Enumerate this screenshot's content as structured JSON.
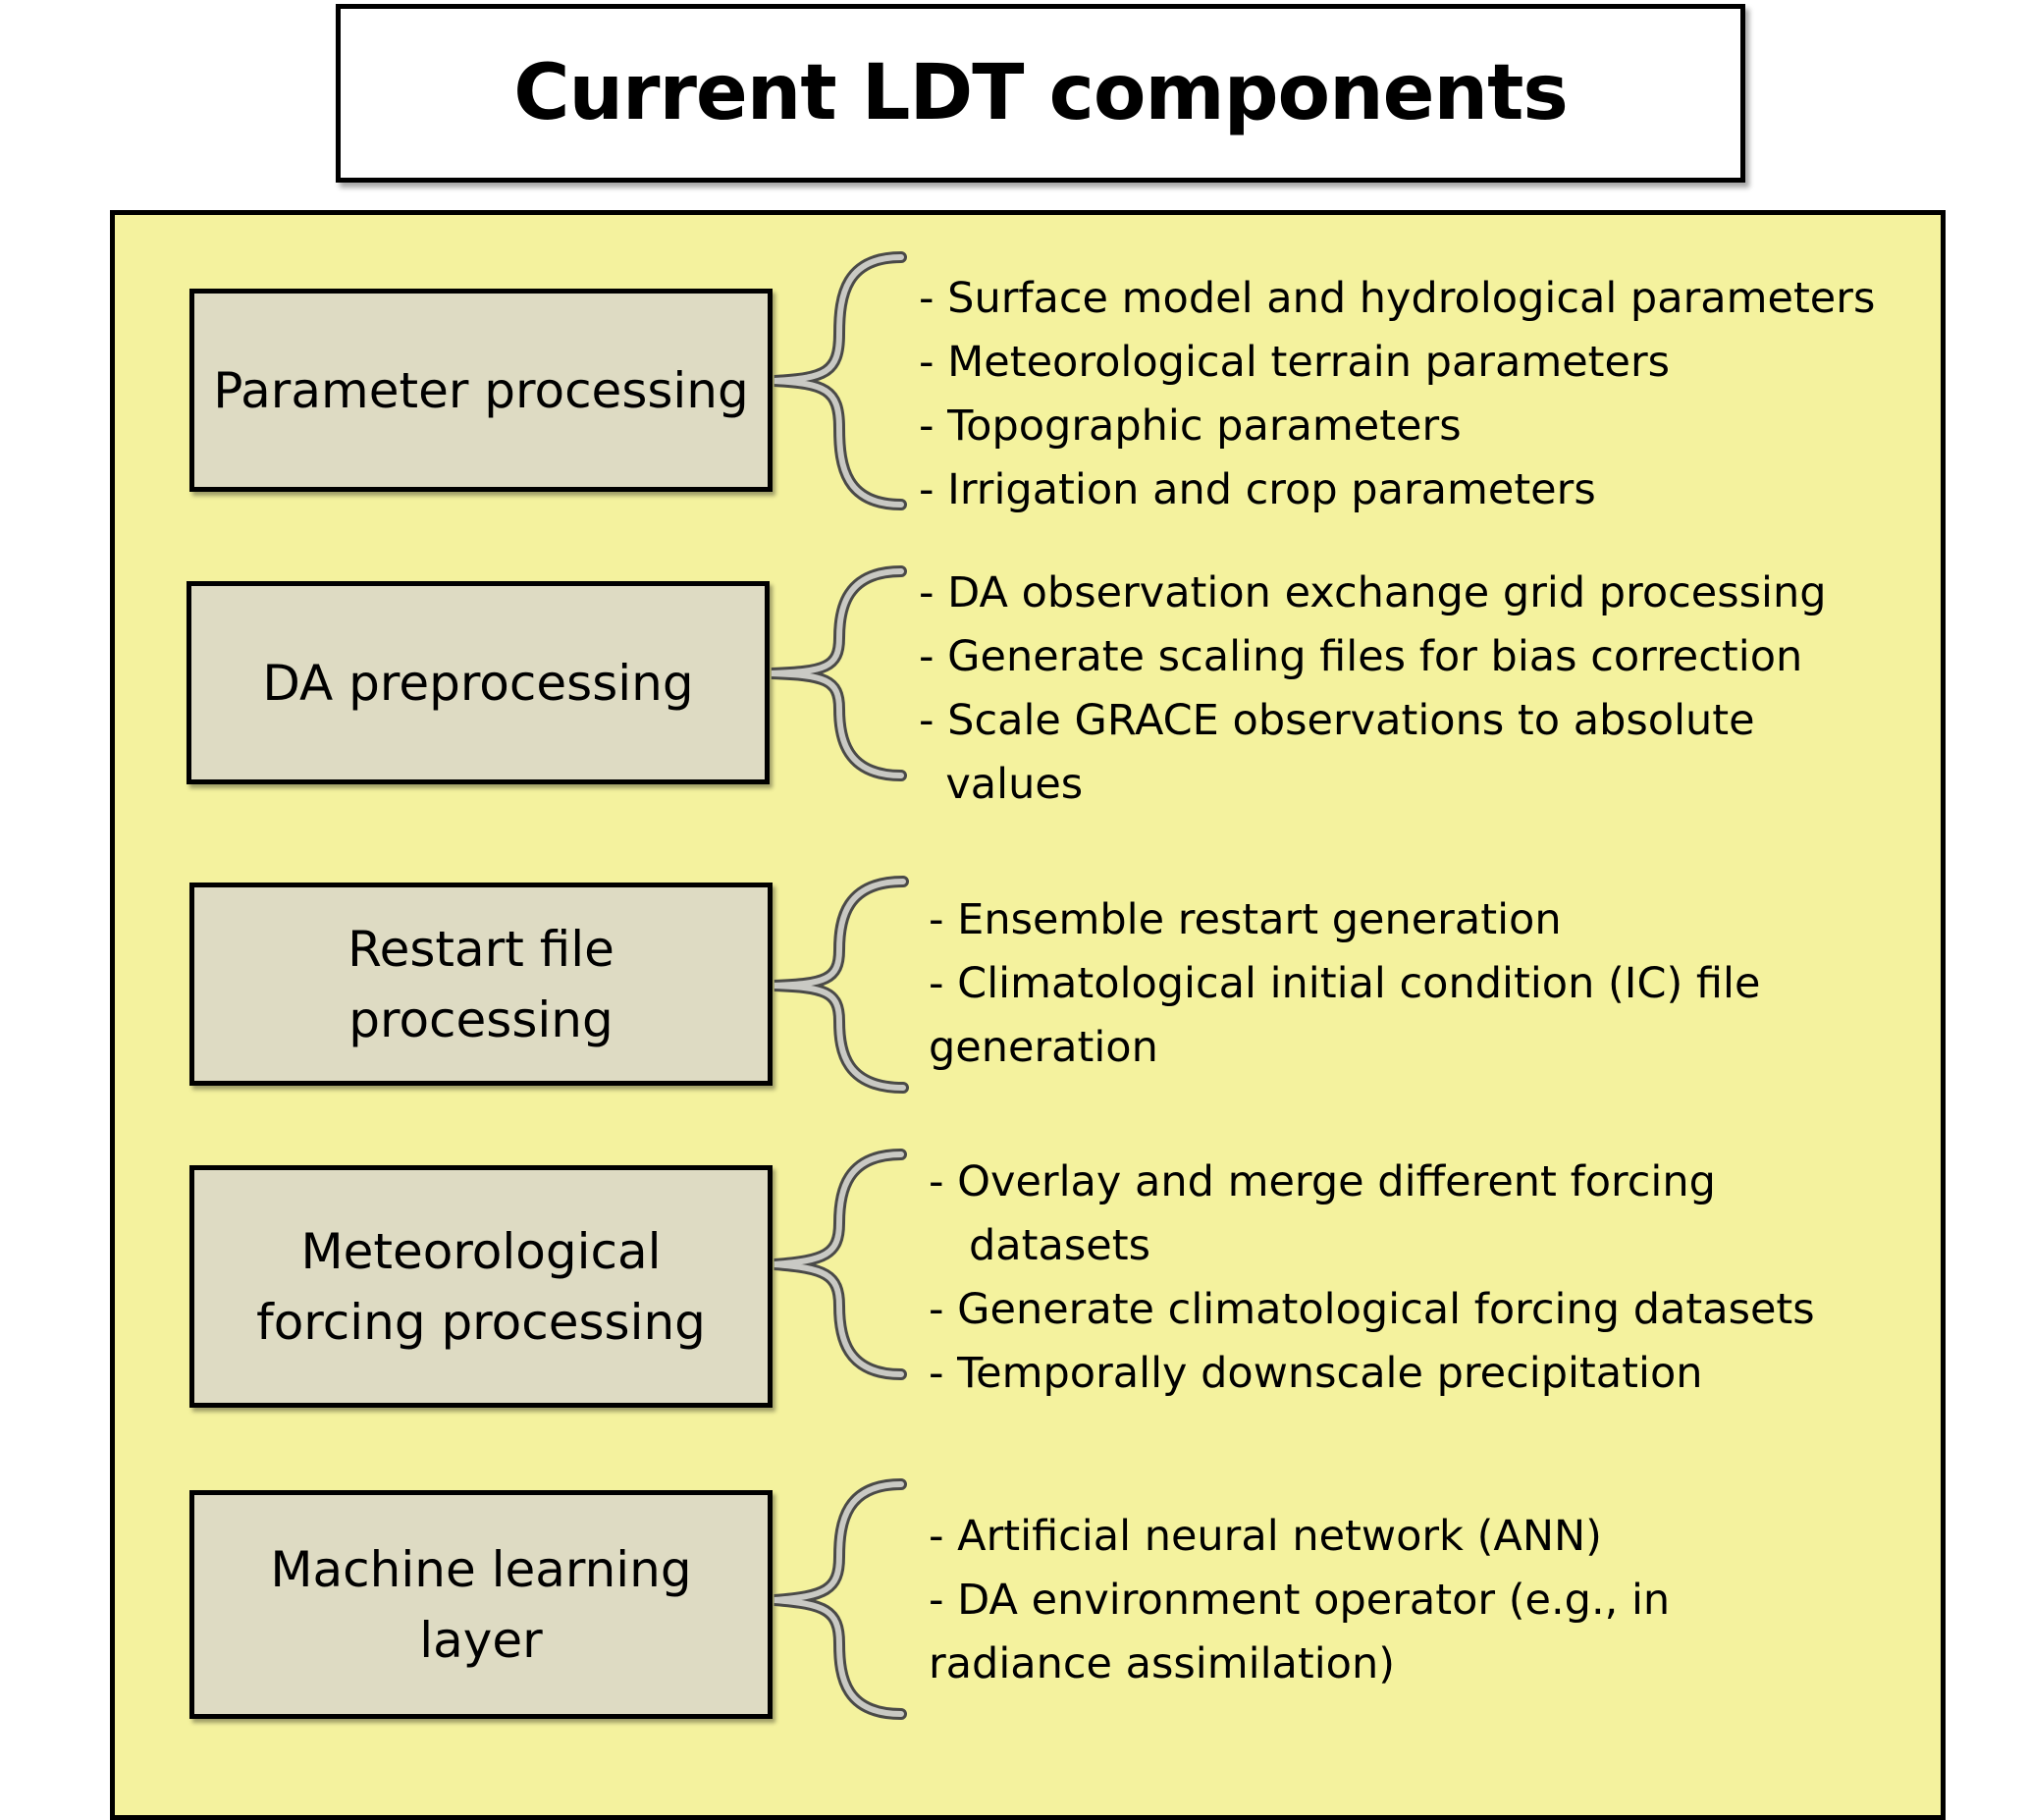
{
  "title": "Current LDT components",
  "components": [
    {
      "label": "Parameter processing",
      "items": [
        "-  Surface model and hydrological parameters",
        "-  Meteorological terrain parameters",
        "-  Topographic parameters",
        "-  Irrigation and crop parameters"
      ]
    },
    {
      "label": "DA preprocessing",
      "items": [
        "- DA observation exchange grid processing",
        "- Generate scaling files for bias correction",
        "- Scale GRACE observations to absolute",
        "  values"
      ]
    },
    {
      "label": "Restart file processing",
      "items": [
        "- Ensemble restart generation",
        "- Climatological initial condition (IC) file",
        "generation"
      ]
    },
    {
      "label": "Meteorological forcing processing",
      "items": [
        "-  Overlay and merge different forcing",
        "   datasets",
        "-  Generate climatological forcing datasets",
        "-  Temporally downscale precipitation"
      ]
    },
    {
      "label": "Machine learning layer",
      "items": [
        "-  Artificial neural network (ANN)",
        "-  DA environment operator (e.g., in",
        "radiance assimilation)"
      ]
    }
  ],
  "colors": {
    "panel_background": "#f4f29e",
    "component_box": "#dedbc3",
    "border": "#000000",
    "brace": "#b9b9b4"
  },
  "icons": {
    "connector": "curly-brace-icon"
  }
}
